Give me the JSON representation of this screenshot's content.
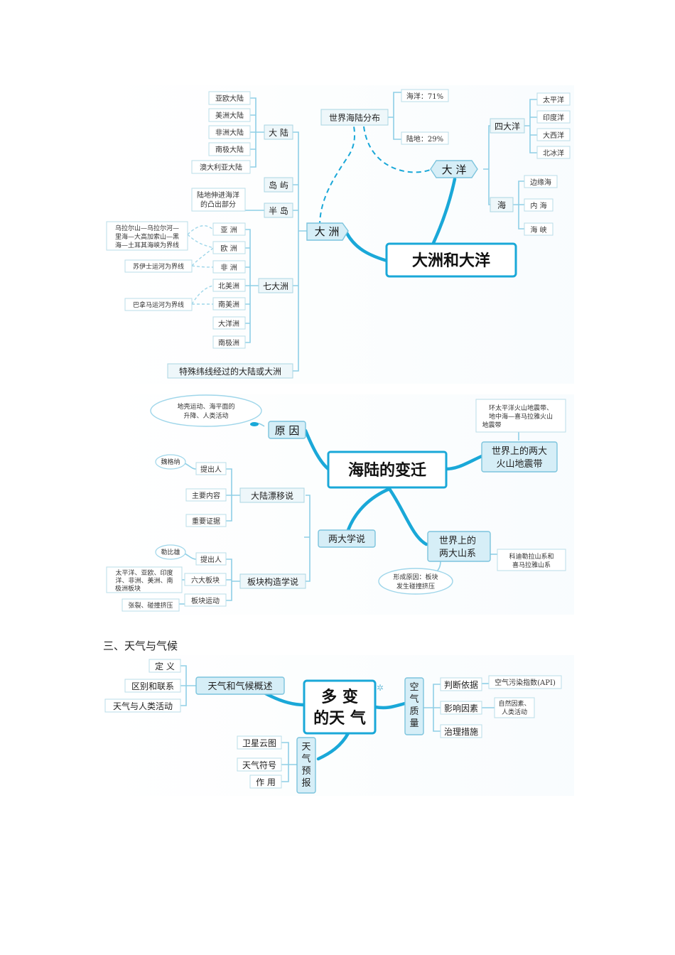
{
  "section_heading": "三、天气与气候",
  "m1": {
    "center": "大洲和大洋",
    "continent": {
      "label": "大 洲",
      "dalu": {
        "label": "大 陆",
        "items": [
          "亚欧大陆",
          "美洲大陆",
          "非洲大陆",
          "南极大陆",
          "澳大利亚大陆"
        ]
      },
      "daoyu": "岛 屿",
      "bandao": {
        "label": "半 岛",
        "note": [
          "陆地伸进海洋",
          "的凸出部分"
        ]
      },
      "qi": {
        "label": "七大洲",
        "items": [
          "亚 洲",
          "欧 洲",
          "非 洲",
          "北美洲",
          "南美洲",
          "大洋洲",
          "南极洲"
        ],
        "note_asia_europe": [
          "乌拉尔山—乌拉尔河—",
          "里海—大高加索山—黑",
          "海—土耳其海峡为界线"
        ],
        "note_suez": "苏伊士运河为界线",
        "note_panama": "巴拿马运河为界线"
      },
      "special": "特殊纬线经过的大陆或大洲"
    },
    "distribution": {
      "label": "世界海陆分布",
      "ocean": "海洋：71%",
      "land": "陆地：29%"
    },
    "ocean": {
      "label": "大 洋",
      "four": {
        "label": "四大洋",
        "items": [
          "太平洋",
          "印度洋",
          "大西洋",
          "北冰洋"
        ]
      },
      "sea": {
        "label": "海",
        "items": [
          "边缘海",
          "内 海",
          "海 峡"
        ]
      }
    }
  },
  "m2": {
    "center": "海陆的变迁",
    "cause": {
      "label": "原 因",
      "note": [
        "地壳运动、海平面的",
        "升降、人类活动"
      ]
    },
    "volcano": {
      "label": [
        "世界上的两大",
        "火山地震带"
      ],
      "note": [
        "环太平洋火山地震带、",
        "地中海—喜马拉雅火山",
        "地震带"
      ]
    },
    "mountains": {
      "label": [
        "世界上的",
        "两大山系"
      ],
      "note": [
        "科迪勒拉山系和",
        "喜马拉雅山系"
      ],
      "cause": [
        "形成原因：板块",
        "发生碰撞挤压"
      ]
    },
    "theories": {
      "label": "两大学说",
      "drift": {
        "label": "大陆漂移说",
        "items": [
          "提出人",
          "主要内容",
          "重要证据"
        ],
        "proposer": "魏格纳"
      },
      "plate": {
        "label": "板块构造学说",
        "items": [
          "提出人",
          "六大板块",
          "板块运动"
        ],
        "proposer": "勒比雄",
        "plates": [
          "太平洋、亚欧、印度",
          "洋、非洲、美洲、南",
          "极洲板块"
        ],
        "motion": "张裂、碰撞挤压"
      }
    }
  },
  "m3": {
    "center": [
      "多 变",
      "的天 气"
    ],
    "overview": {
      "label": "天气和气候概述",
      "items": [
        "定 义",
        "区别和联系",
        "天气与人类活动"
      ]
    },
    "forecast": {
      "label": [
        "天",
        "气",
        "预",
        "报"
      ],
      "items": [
        "卫星云图",
        "天气符号",
        "作 用"
      ]
    },
    "air": {
      "label": [
        "空",
        "气",
        "质",
        "量"
      ],
      "items": [
        "判断依据",
        "影响因素",
        "治理措施"
      ],
      "api": "空气污染指数(API)",
      "factors": [
        "自然因素、",
        "人类活动"
      ]
    }
  }
}
